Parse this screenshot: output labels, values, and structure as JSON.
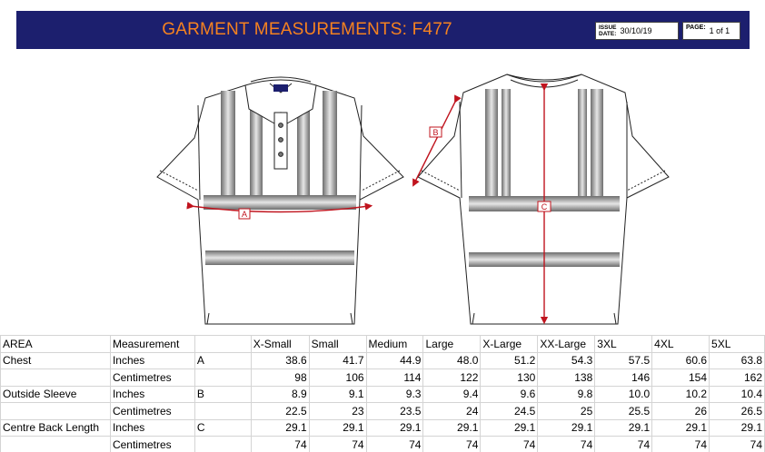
{
  "header": {
    "title": "GARMENT MEASUREMENTS: F477",
    "issue_label_1": "ISSUE",
    "issue_label_2": "DATE:",
    "issue_date": "30/10/19",
    "page_label": "PAGE:",
    "page_value": "1 of 1"
  },
  "diagram": {
    "labels": {
      "a": "A",
      "b": "B",
      "c": "C"
    },
    "colors": {
      "measure_line": "#c0141e",
      "reflective_band": "#8a8a8a",
      "outline": "#222222"
    }
  },
  "table": {
    "headers": [
      "AREA",
      "Measurement",
      "",
      "X-Small",
      "Small",
      "Medium",
      "Large",
      "X-Large",
      "XX-Large",
      "3XL",
      "4XL",
      "5XL"
    ],
    "rows": [
      [
        "Chest",
        "Inches",
        "A",
        "38.6",
        "41.7",
        "44.9",
        "48.0",
        "51.2",
        "54.3",
        "57.5",
        "60.6",
        "63.8"
      ],
      [
        "",
        "Centimetres",
        "",
        "98",
        "106",
        "114",
        "122",
        "130",
        "138",
        "146",
        "154",
        "162"
      ],
      [
        "Outside Sleeve",
        "Inches",
        "B",
        "8.9",
        "9.1",
        "9.3",
        "9.4",
        "9.6",
        "9.8",
        "10.0",
        "10.2",
        "10.4"
      ],
      [
        "",
        "Centimetres",
        "",
        "22.5",
        "23",
        "23.5",
        "24",
        "24.5",
        "25",
        "25.5",
        "26",
        "26.5"
      ],
      [
        "Centre Back Length",
        "Inches",
        "C",
        "29.1",
        "29.1",
        "29.1",
        "29.1",
        "29.1",
        "29.1",
        "29.1",
        "29.1",
        "29.1"
      ],
      [
        "",
        "Centimetres",
        "",
        "74",
        "74",
        "74",
        "74",
        "74",
        "74",
        "74",
        "74",
        "74"
      ]
    ]
  }
}
